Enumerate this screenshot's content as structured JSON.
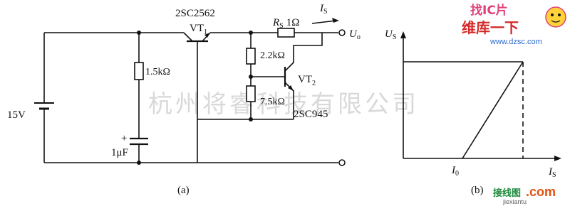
{
  "circuit": {
    "transistor1_part": "2SC2562",
    "transistor1_name": "VT",
    "transistor1_sub": "1",
    "transistor2_part": "2SC945",
    "transistor2_name": "VT",
    "transistor2_sub": "2",
    "resistor_1": "1.5kΩ",
    "resistor_2": "2.2kΩ",
    "resistor_3": "7.5kΩ",
    "sense_resistor_name": "R",
    "sense_resistor_sub": "S",
    "sense_resistor_value": "1Ω",
    "current_name": "I",
    "current_sub": "S",
    "output_name": "U",
    "output_sub": "o",
    "source_voltage": "15V",
    "capacitor_value": "1μF",
    "capacitor_polarity": "+",
    "caption": "(a)"
  },
  "graph": {
    "y_axis_name": "U",
    "y_axis_sub": "S",
    "x_axis_name": "I",
    "x_axis_sub": "S",
    "x_marker_name": "I",
    "x_marker_sub": "0",
    "caption": "(b)"
  },
  "watermark": {
    "text": "杭州将睿科技有限公司"
  },
  "logos": {
    "top_line1": "找IC片",
    "top_line2": "维库一下",
    "top_url": "www.dzsc.com",
    "bottom_cn": "接线图",
    "bottom_com": ".com",
    "bottom_url": "jiexiantu"
  },
  "colors": {
    "line": "#111111",
    "watermark": "#d9d9d9",
    "logo_pink": "#e0407a",
    "logo_red": "#d42a2a",
    "logo_blue": "#2a6acf",
    "logo_green": "#1c8a3a",
    "logo_orange": "#e05010"
  }
}
